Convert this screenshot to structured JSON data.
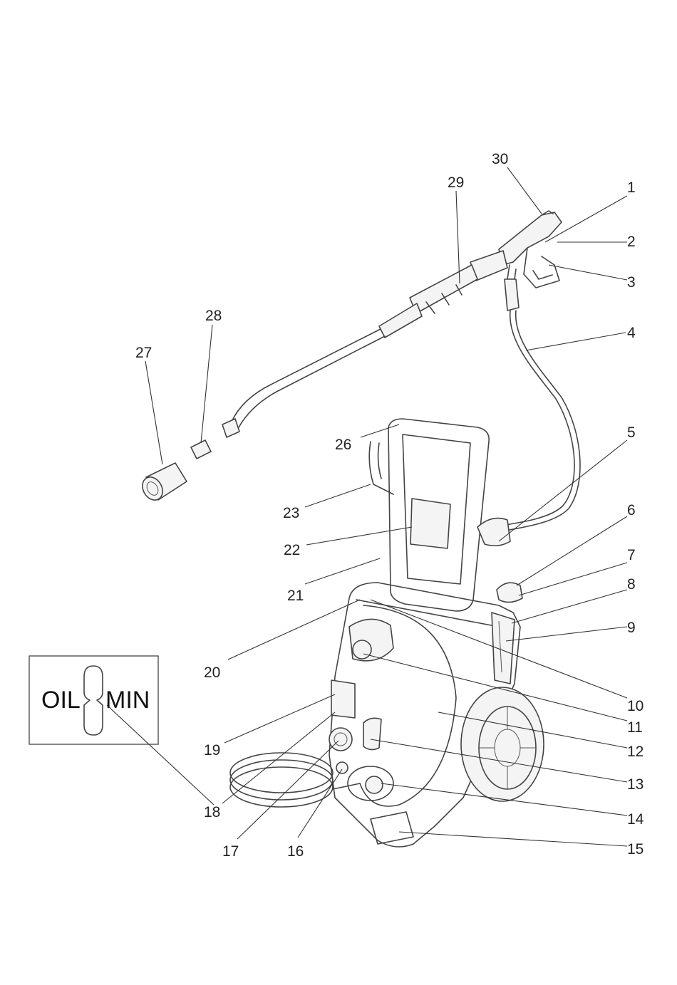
{
  "callouts": [
    "1",
    "2",
    "3",
    "4",
    "5",
    "6",
    "7",
    "8",
    "9",
    "10",
    "11",
    "12",
    "13",
    "14",
    "15",
    "16",
    "17",
    "18",
    "19",
    "20",
    "21",
    "22",
    "23",
    "26",
    "27",
    "28",
    "29",
    "30"
  ],
  "oil_label": {
    "left": "OIL",
    "right": "MIN"
  },
  "colors": {
    "line": "#333333",
    "text": "#222222",
    "background": "#ffffff"
  }
}
